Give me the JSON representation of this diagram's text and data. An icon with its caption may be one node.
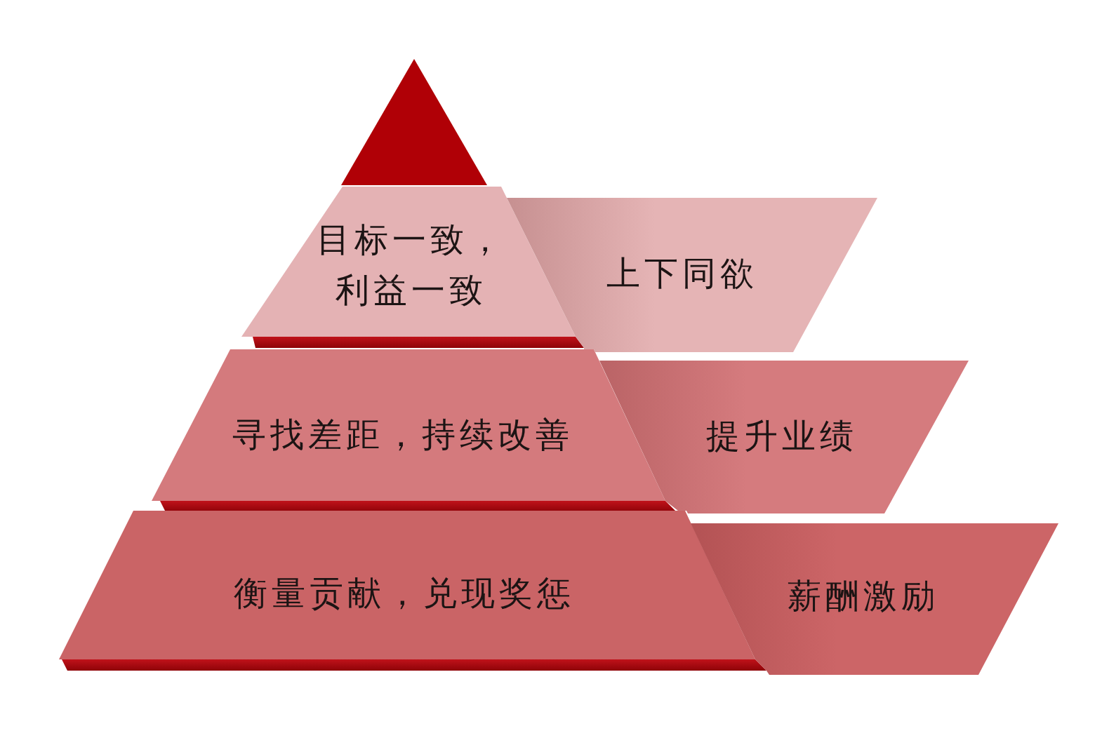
{
  "diagram": {
    "nodes": [
      {
        "text": [],
        "shape": "triangle"
      },
      {
        "text": [
          "目标一致，利益一致"
        ]
      },
      {
        "text": [
          "上下同欲"
        ]
      },
      {
        "text": [
          "寻找差距，持续改善"
        ]
      },
      {
        "text": [
          "提升业绩"
        ]
      },
      {
        "text": [
          "衡量贡献，兑现奖惩"
        ]
      },
      {
        "text": [
          "薪酬激励"
        ]
      }
    ]
  }
}
